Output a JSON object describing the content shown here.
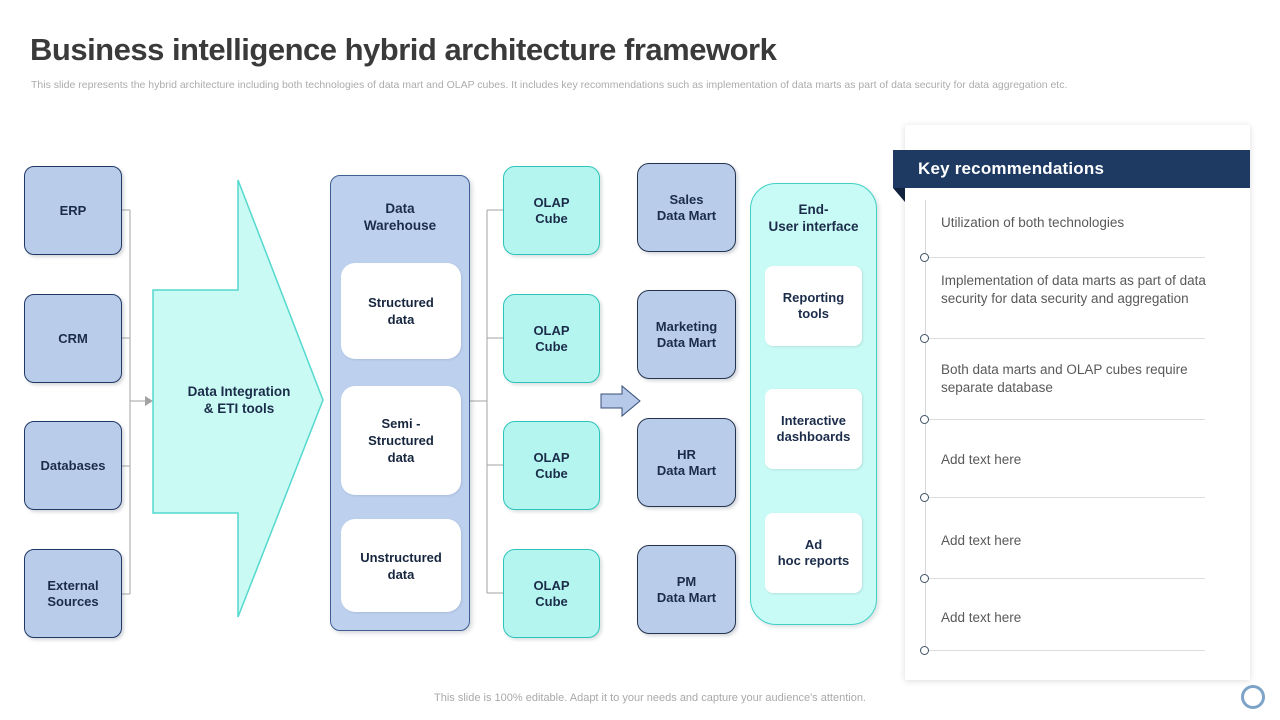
{
  "slide": {
    "title": "Business intelligence hybrid architecture framework",
    "subtitle": "This slide represents the hybrid architecture including both technologies of data mart and OLAP cubes. It includes key recommendations such as implementation  of data marts as part of data security for data aggregation  etc.",
    "footer": "This slide is 100% editable. Adapt it to your needs and capture your audience's attention."
  },
  "diagram": {
    "sources": [
      "ERP",
      "CRM",
      "Databases",
      "External\nSources"
    ],
    "integration_arrow": "Data Integration\n& ETI tools",
    "warehouse": {
      "title": "Data\nWarehouse",
      "layers": [
        "Structured\ndata",
        "Semi -\nStructured\ndata",
        "Unstructured\ndata"
      ]
    },
    "olap_cubes": [
      "OLAP\nCube",
      "OLAP\nCube",
      "OLAP\nCube",
      "OLAP\nCube"
    ],
    "data_marts": [
      "Sales\nData Mart",
      "Marketing\nData Mart",
      "HR\nData Mart",
      "PM\nData Mart"
    ],
    "end_user": {
      "title": "End-\nUser interface",
      "tools": [
        "Reporting\ntools",
        "Interactive\ndashboards",
        "Ad\nhoc reports"
      ]
    }
  },
  "recommendations": {
    "header": "Key recommendations",
    "items": [
      "Utilization of both technologies",
      "Implementation of data marts as part of data security for data security and aggregation",
      "Both data marts and OLAP cubes require separate database",
      "Add text here",
      "Add text here",
      "Add text here"
    ]
  },
  "colors": {
    "accent_navy": "#1e3a63",
    "light_blue_fill": "#b9cdeb",
    "cyan_fill": "#c9fbf4",
    "olap_fill": "#b4f6ef",
    "teal_border": "#3fd0c6",
    "navy_border": "#1f3864",
    "ring_blue": "#7da3c9"
  }
}
